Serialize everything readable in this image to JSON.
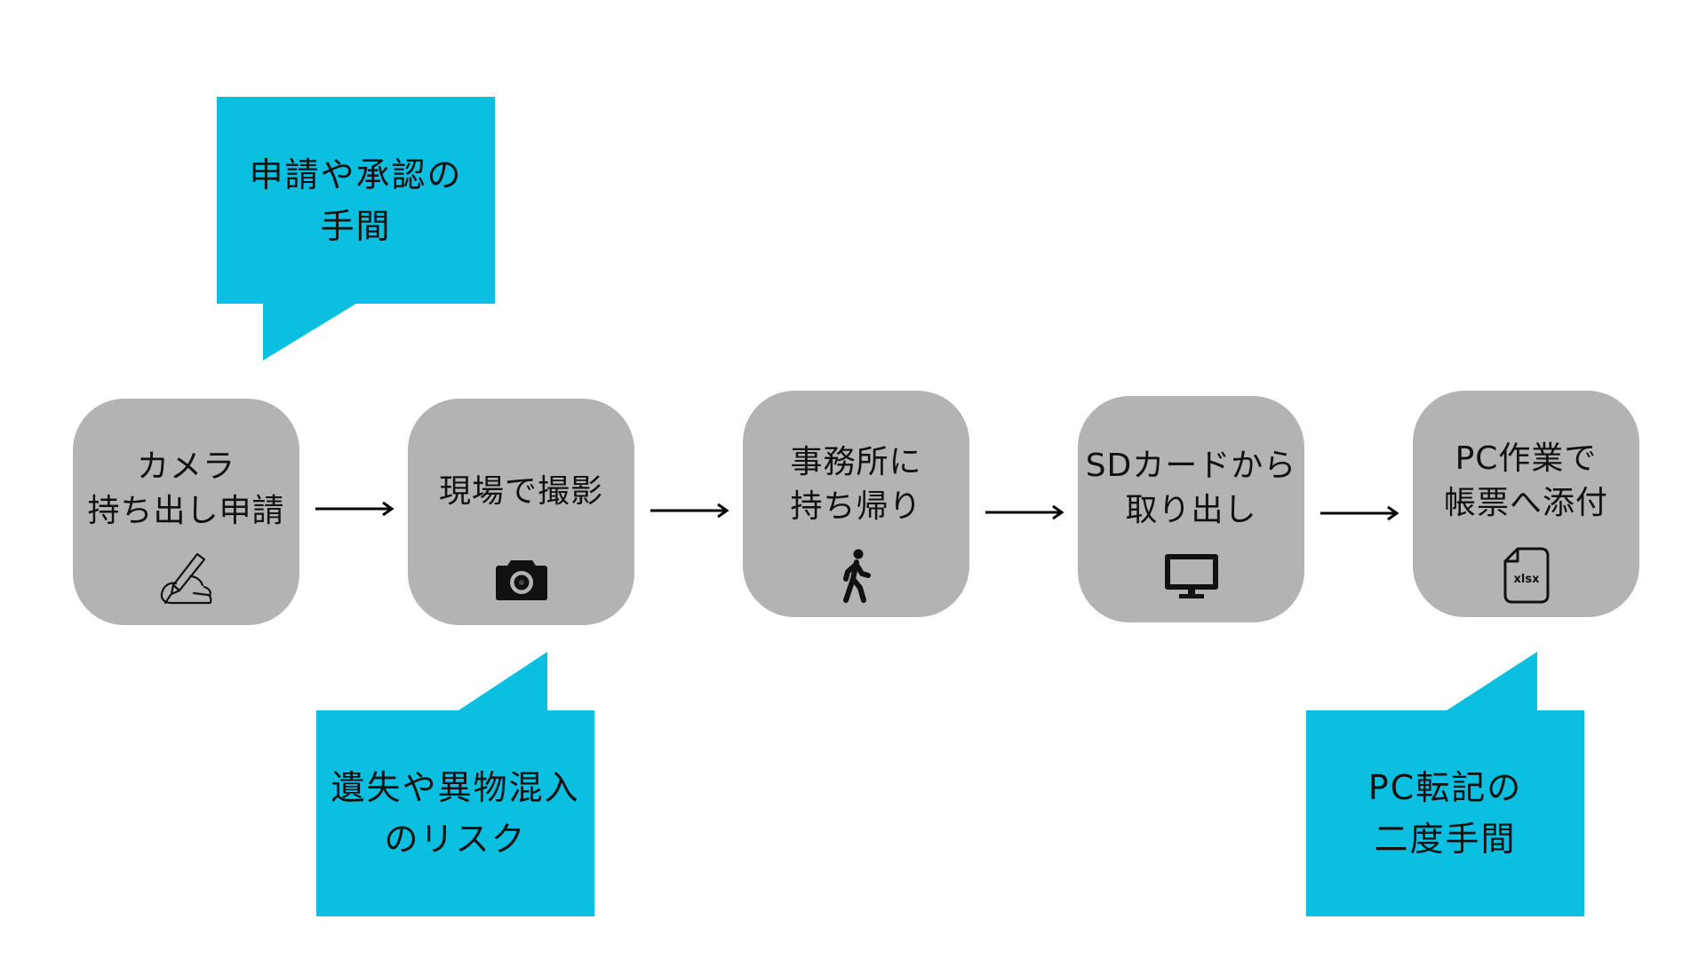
{
  "steps": [
    {
      "line1": "カメラ",
      "line2": "持ち出し申請",
      "icon": "hand-writing-icon"
    },
    {
      "line1": "現場で撮影",
      "line2": "",
      "icon": "camera-icon"
    },
    {
      "line1": "事務所に",
      "line2": "持ち帰り",
      "icon": "walking-person-icon"
    },
    {
      "line1": "SDカードから",
      "line2": "取り出し",
      "icon": "monitor-icon"
    },
    {
      "line1": "PC作業で",
      "line2": "帳票へ添付",
      "icon": "xlsx-file-icon",
      "file_label": "xlsx"
    }
  ],
  "callouts": [
    {
      "line1": "申請や承認の",
      "line2": "手間"
    },
    {
      "line1": "遺失や異物混入",
      "line2": "のリスク"
    },
    {
      "line1": "PC転記の",
      "line2": "二度手間"
    }
  ],
  "colors": {
    "step_fill": "#b3b3b3",
    "callout_fill": "#0bbfe0",
    "arrow": "#000000"
  }
}
